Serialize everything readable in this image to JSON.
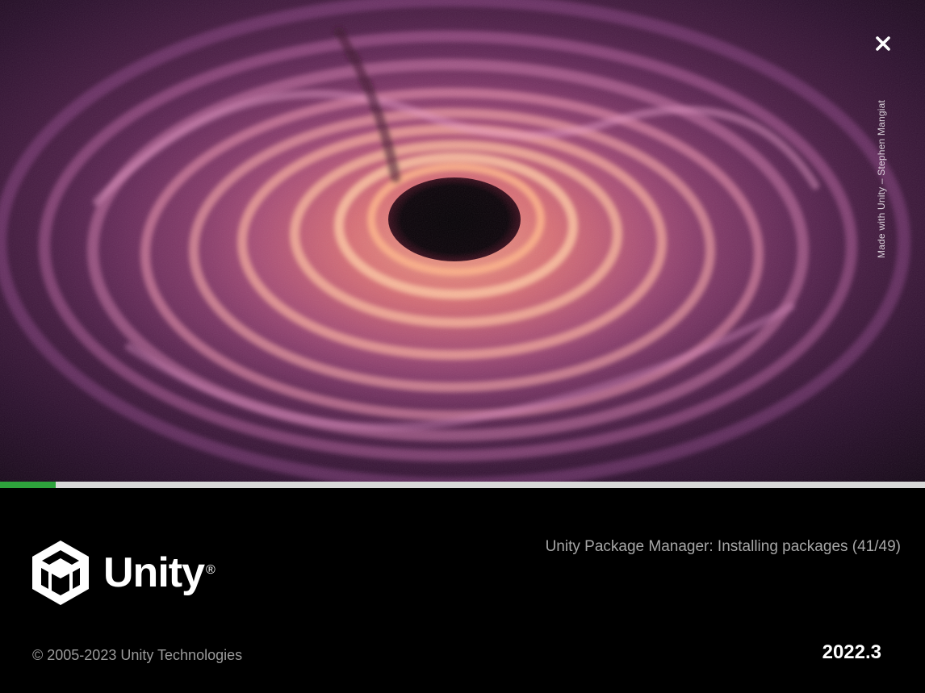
{
  "artwork": {
    "credit": "Made with Unity – Stephen Mangiat"
  },
  "close_icon": "close-icon",
  "progress": {
    "fraction": 0.06,
    "color": "#2ea23c",
    "track_color": "#d8d8d8"
  },
  "logo": {
    "icon": "unity-cube-icon",
    "wordmark": "Unity",
    "registered": "®"
  },
  "status": "Unity Package Manager: Installing packages (41/49)",
  "copyright": "© 2005-2023 Unity Technologies",
  "version": "2022.3"
}
